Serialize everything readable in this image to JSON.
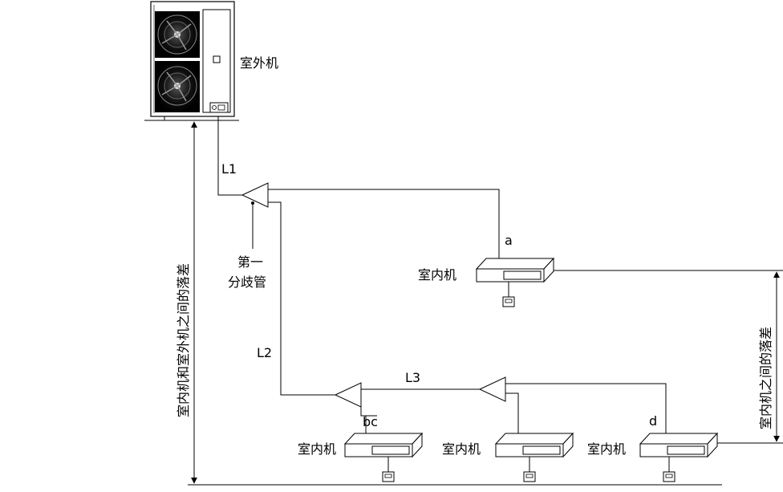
{
  "outdoor_unit": {
    "label": "室外机"
  },
  "branch_pipe": {
    "line1": "第一",
    "line2": "分歧管"
  },
  "pipes": {
    "l1": "L1",
    "l2": "L2",
    "l3": "L3"
  },
  "indoor_units": [
    {
      "id": "a",
      "label": "室内机"
    },
    {
      "id": "bc",
      "label": "室内机"
    },
    {
      "id": "",
      "label": "室内机"
    },
    {
      "id": "d",
      "label": "室内机"
    }
  ],
  "dimensions": {
    "indoor_outdoor_drop": "室内机和室外机之间的落差",
    "indoor_indoor_drop": "室内机之间的落差"
  },
  "colors": {
    "line": "#000000",
    "unit_body": "#ffffff",
    "fan": "#1a1a1a"
  }
}
